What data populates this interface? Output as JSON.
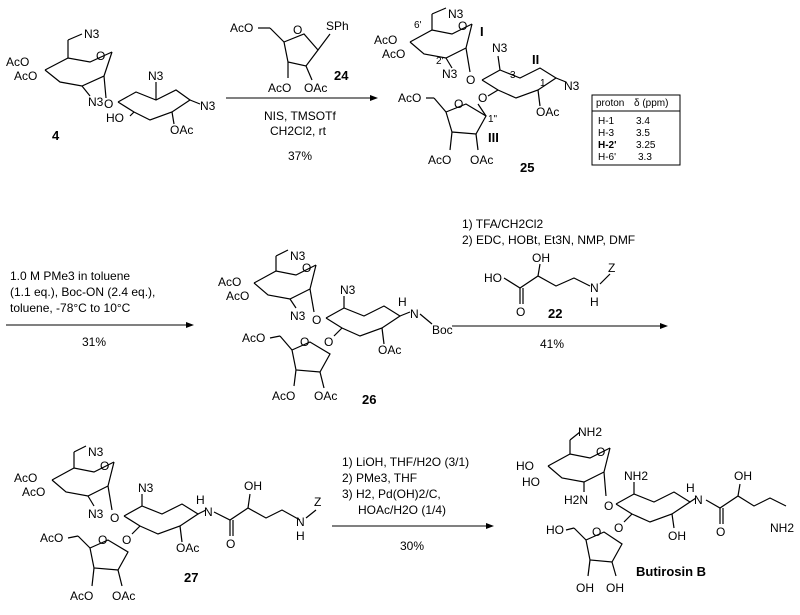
{
  "step1": {
    "sm_number": "4",
    "reagent_number": "24",
    "cond1": "NIS, TMSOTf",
    "cond2": "CH2Cl2, rt",
    "yield": "37%",
    "product_number": "25",
    "ring_labels": [
      "I",
      "II",
      "III"
    ],
    "positions": [
      "6'",
      "2'",
      "3",
      "1",
      "1\""
    ]
  },
  "nmr_table": {
    "headers": [
      "proton",
      "δ (ppm)"
    ],
    "rows": [
      {
        "proton": "H-1",
        "shift": "3.4",
        "bold": false
      },
      {
        "proton": "H-3",
        "shift": "3.5",
        "bold": false
      },
      {
        "proton": "H-2'",
        "shift": "3.25",
        "bold": true
      },
      {
        "proton": "H-6'",
        "shift": "3.3",
        "bold": false
      }
    ]
  },
  "step2": {
    "cond1": "1.0 M PMe3 in toluene",
    "cond2": "(1.1 eq.), Boc-ON (2.4 eq.),",
    "cond3": "toluene, -78°C to 10°C",
    "yield": "31%",
    "product_number": "26"
  },
  "step3": {
    "cond1": "1) TFA/CH2Cl2",
    "cond2": "2) EDC, HOBt, Et3N, NMP, DMF",
    "reagent_number": "22",
    "yield": "41%",
    "product_number": "27"
  },
  "step4": {
    "cond1": "1) LiOH, THF/H2O (3/1)",
    "cond2": "2) PMe3, THF",
    "cond3": "3) H2, Pd(OH)2/C,",
    "cond4": "HOAc/H2O (1/4)",
    "yield": "30%",
    "product_name": "Butirosin B"
  },
  "groups": {
    "azide": "N3",
    "acetate": "OAc",
    "acetyl_o": "AcO",
    "hydroxyl": "OH",
    "hydroxyl_l": "HO",
    "amine": "NH2",
    "amine_l": "H2N",
    "boc": "Boc",
    "cbz": "Z",
    "nh": "N",
    "h": "H",
    "o": "O",
    "sph": "SPh"
  }
}
